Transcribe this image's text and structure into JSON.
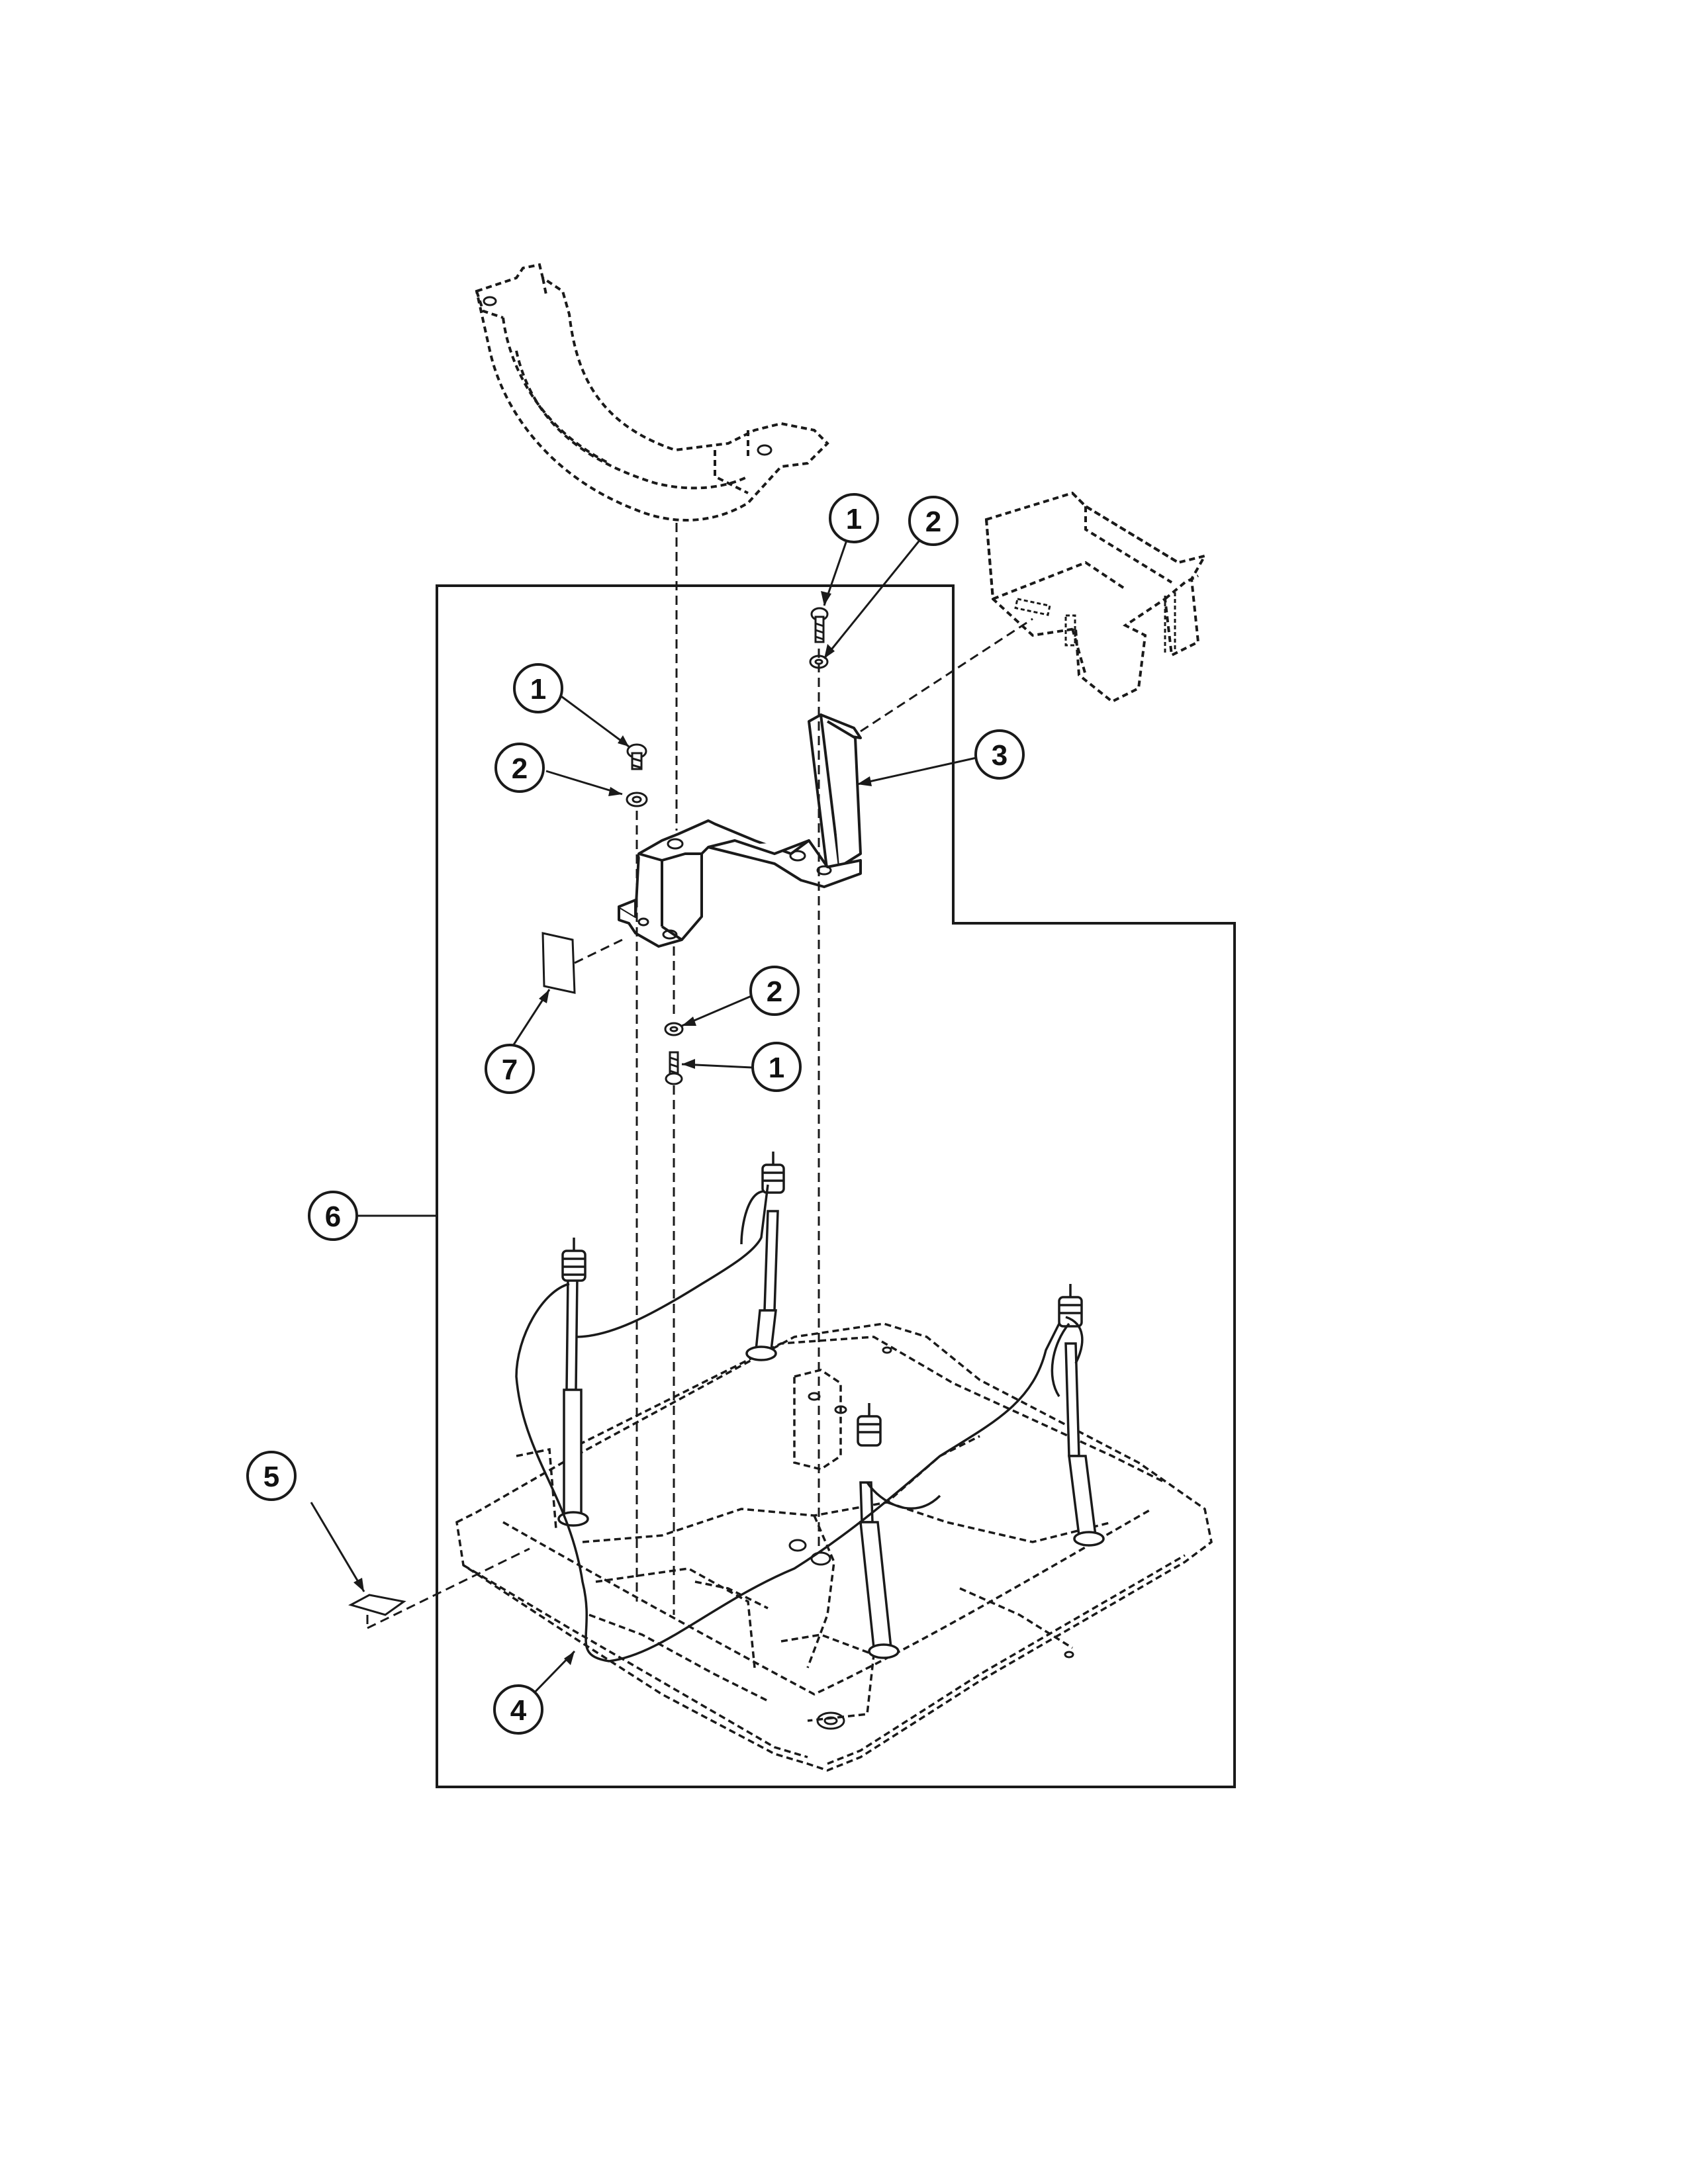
{
  "diagram": {
    "type": "exploded-parts-diagram",
    "ink_color": "#1a1a1a",
    "background": "#ffffff",
    "callouts": [
      {
        "id": "c1a",
        "label": "1"
      },
      {
        "id": "c2a",
        "label": "2"
      },
      {
        "id": "c1b",
        "label": "1"
      },
      {
        "id": "c2b",
        "label": "2"
      },
      {
        "id": "c3",
        "label": "3"
      },
      {
        "id": "c2c",
        "label": "2"
      },
      {
        "id": "c1c",
        "label": "1"
      },
      {
        "id": "c7",
        "label": "7"
      },
      {
        "id": "c6",
        "label": "6"
      },
      {
        "id": "c5",
        "label": "5"
      },
      {
        "id": "c4",
        "label": "4"
      }
    ]
  }
}
